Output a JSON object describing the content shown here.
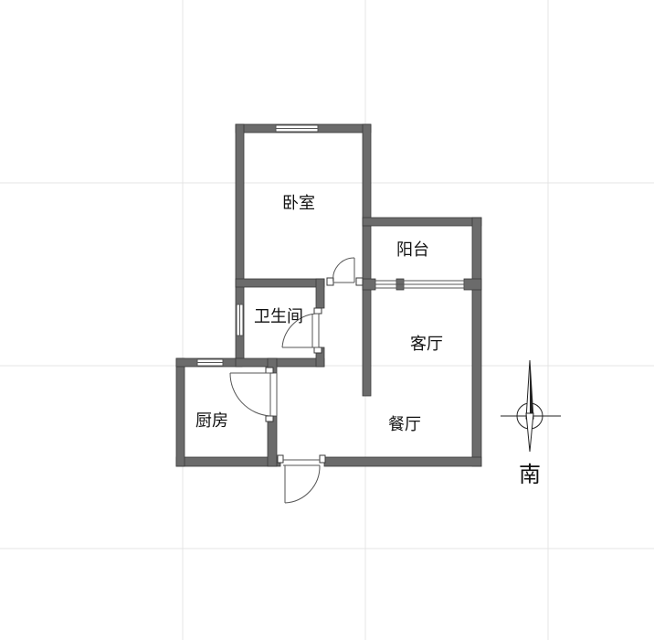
{
  "colors": {
    "background": "#ffffff",
    "grid": "#e4e4e4",
    "wall": "#6b6b6b",
    "wall_edge": "#3a3a3a",
    "door_line": "#555555",
    "text": "#111111"
  },
  "rooms": {
    "bedroom": "卧室",
    "balcony": "阳台",
    "bathroom": "卫生间",
    "living_room": "客厅",
    "kitchen": "厨房",
    "dining_room": "餐厅"
  },
  "compass": {
    "direction_label": "南",
    "icon": "north-arrow-compass-icon"
  }
}
